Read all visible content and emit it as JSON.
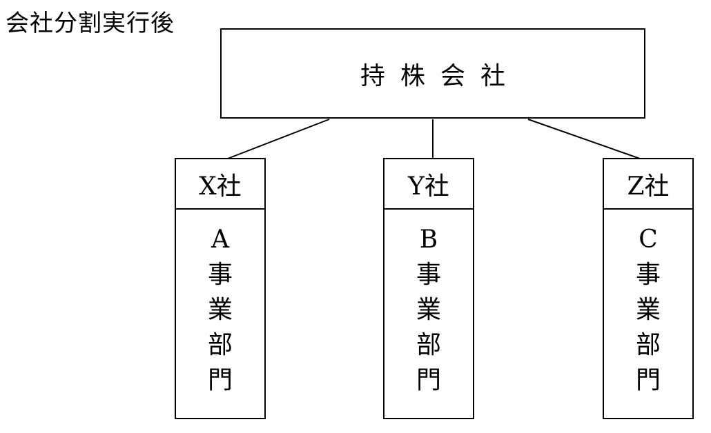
{
  "page": {
    "heading": "会社分割実行後"
  },
  "holding_company": {
    "label": "持株会社"
  },
  "subsidiaries": [
    {
      "name": "X社",
      "division": "A事業部門"
    },
    {
      "name": "Y社",
      "division": "B事業部門"
    },
    {
      "name": "Z社",
      "division": "C事業部門"
    }
  ]
}
